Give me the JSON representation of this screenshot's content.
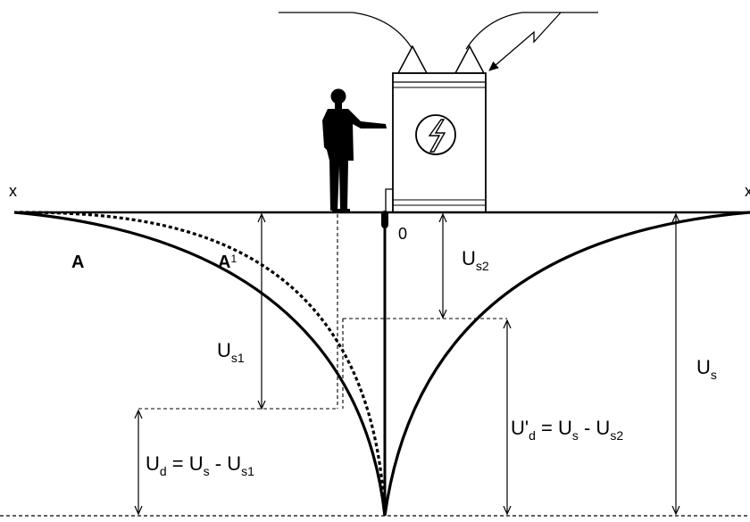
{
  "labels": {
    "axis_left": "x",
    "axis_right": "x",
    "origin": "0",
    "curve_a": "A",
    "curve_a1_main": "A",
    "curve_a1_sub": "1",
    "us2_main": "U",
    "us2_sub": "s2",
    "us1_main": "U",
    "us1_sub": "s1",
    "us_main": "U",
    "us_sub": "s",
    "ud": {
      "p1": "U",
      "p1_sub": "d",
      "p2": " = U",
      "p2_sub": "s",
      "p3": " - U",
      "p3_sub": "s1"
    },
    "ud_prime": {
      "p1": "U'",
      "p1_sub": "d",
      "p2": " = U",
      "p2_sub": "s",
      "p3": " - U",
      "p3_sub": "s2"
    }
  },
  "colors": {
    "ink": "#000000",
    "background": "#ffffff"
  }
}
